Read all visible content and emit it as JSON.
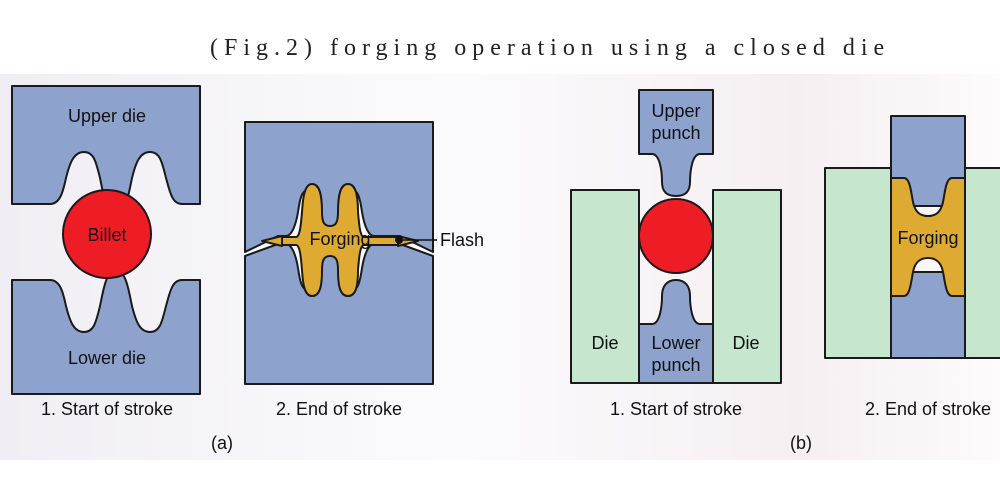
{
  "header_text": "(Fig.2) forging operation using a closed die",
  "colors": {
    "die_blue": "#8da2cc",
    "die_green": "#c6e6cd",
    "billet_red": "#ee1c24",
    "forging_gold": "#dfaa31",
    "outline": "#1a1a1a"
  },
  "panel_a": {
    "stage1": {
      "upper_die": "Upper die",
      "billet": "Billet",
      "lower_die": "Lower die",
      "caption": "1. Start of stroke"
    },
    "stage2": {
      "forging": "Forging",
      "flash": "Flash",
      "caption": "2. End of stroke"
    },
    "label": "(a)"
  },
  "panel_b": {
    "stage1": {
      "upper_punch": [
        "Upper",
        "punch"
      ],
      "die_left": "Die",
      "die_right": "Die",
      "lower_punch": [
        "Lower",
        "punch"
      ],
      "caption": "1. Start of stroke"
    },
    "stage2": {
      "forging": "Forging",
      "caption": "2. End of stroke"
    },
    "label": "(b)"
  }
}
